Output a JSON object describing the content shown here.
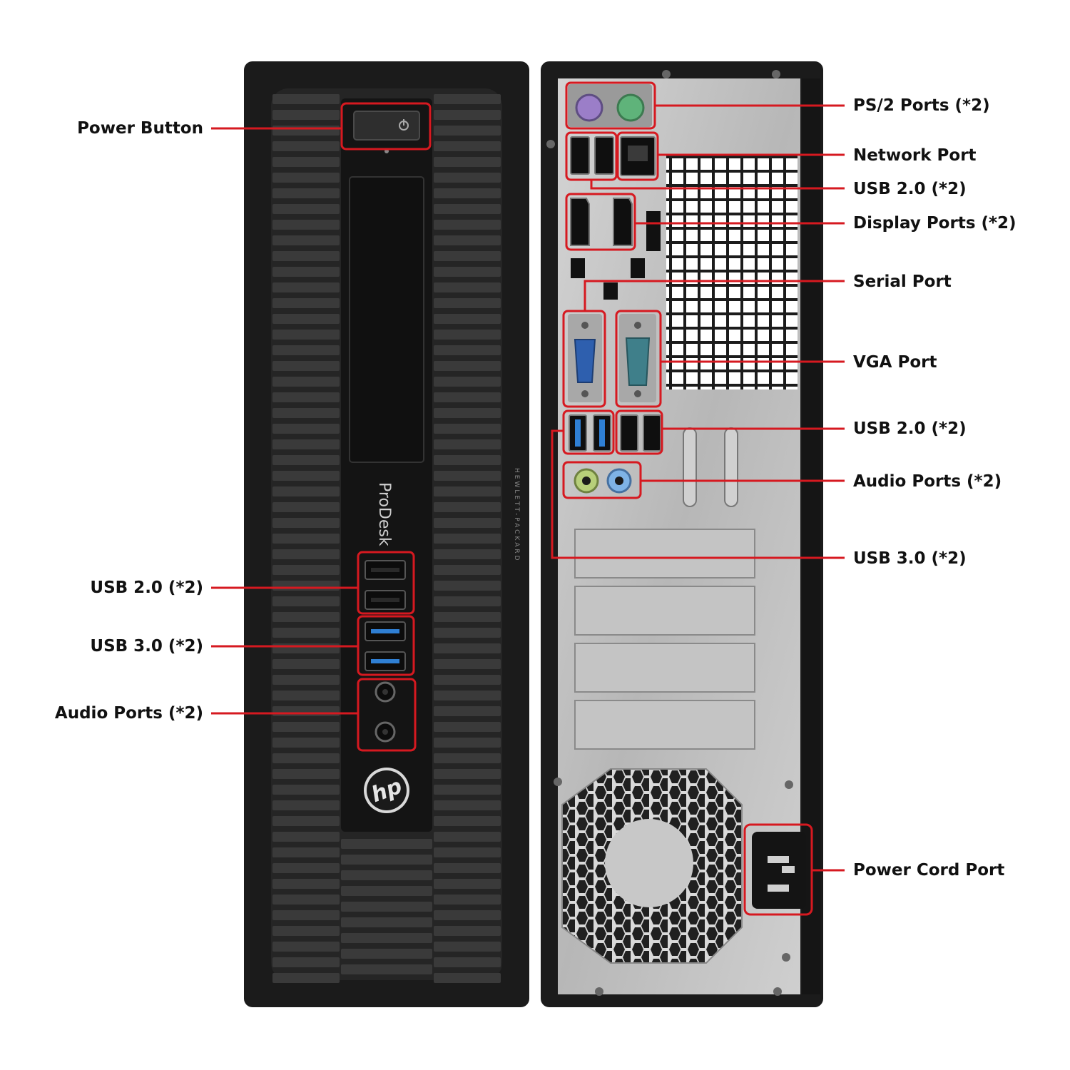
{
  "colors": {
    "callout": "#d61920",
    "case_black": "#1b1b1b",
    "panel_metal": "#bcbcbc",
    "usb3_blue": "#2f7fd3",
    "ps2_purple": "#9b7ec8",
    "ps2_green": "#5fb37a",
    "audio_green": "#b7cf7a",
    "audio_blue": "#7fb3e6",
    "vga_blue": "#2e5fae",
    "serial_teal": "#3f7f8a"
  },
  "front": {
    "model_name": "ProDesk",
    "brand_vertical": "HEWLETT-PACKARD",
    "logo_text": "hp",
    "labels": {
      "power_button": "Power Button",
      "usb2": "USB 2.0 (*2)",
      "usb3": "USB 3.0 (*2)",
      "audio": "Audio Ports (*2)"
    }
  },
  "back": {
    "labels": {
      "ps2": "PS/2 Ports (*2)",
      "network": "Network Port",
      "usb2_top": "USB 2.0 (*2)",
      "display": "Display Ports (*2)",
      "serial": "Serial Port",
      "vga": "VGA Port",
      "usb2_bottom": "USB 2.0 (*2)",
      "audio": "Audio Ports (*2)",
      "usb3": "USB 3.0 (*2)",
      "power_cord": "Power Cord Port"
    }
  },
  "icons": [
    "power-icon",
    "hp-logo-icon",
    "ps2-port-icon",
    "ethernet-port-icon",
    "usb-port-icon",
    "displayport-icon",
    "vga-port-icon",
    "serial-port-icon",
    "audio-jack-icon",
    "fan-grille-icon",
    "power-inlet-icon"
  ]
}
